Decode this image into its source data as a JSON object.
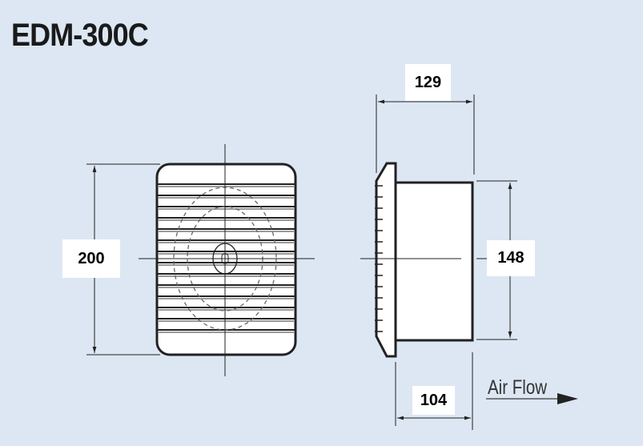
{
  "title": "EDM-300C",
  "dimensions": {
    "height_front": "200",
    "depth_total": "129",
    "duct_diameter": "148",
    "duct_length": "104"
  },
  "air_flow_label": "Air Flow",
  "colors": {
    "background": "#dce7f3",
    "line": "#222222"
  }
}
